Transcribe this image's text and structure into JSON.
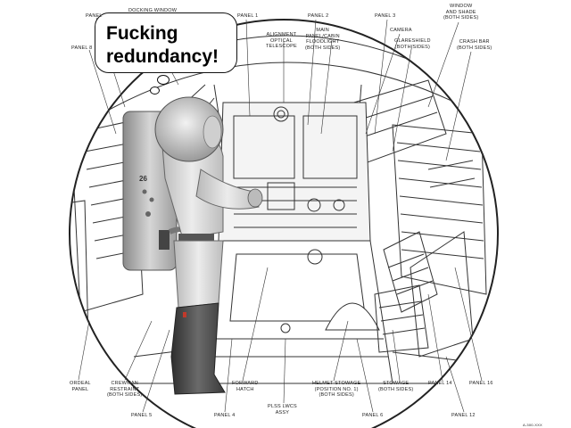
{
  "speech_bubble": {
    "text": "Fucking\nredundancy!"
  },
  "labels": {
    "panel_top_left": "PANEL",
    "docking_window": "DOCKING WINDOW",
    "panel_8": "PANEL 8",
    "panel_1": "PANEL 1",
    "alignment_telescope": "ALIGNMENT\nOPTICAL\nTELESCOPE",
    "panel_2": "PANEL 2",
    "main_panel_floodlight": "MAIN\nPANEL/CABIN\nFLOODLIGHT\n(BOTH SIDES)",
    "panel_3": "PANEL 3",
    "camera": "CAMERA",
    "glareshield": "GLARESHIELD\n(BOTH SIDES)",
    "window_and_shade": "WINDOW\nAND SHADE\n(BOTH SIDES)",
    "crash_bar": "CRASH BAR\n(BOTH SIDES)",
    "ordeal_panel": "ORDEAL\nPANEL",
    "crewman_restraint": "CREWMAN\nRESTRAINT\n(BOTH SIDES)",
    "forward_hatch": "FORWARD\nHATCH",
    "helmet_stowage": "HELMET STOWAGE\n(POSITION NO. 1)\n(BOTH SIDES)",
    "stowage": "STOWAGE\n(BOTH SIDES)",
    "panel_14": "PANEL 14",
    "panel_16": "PANEL 16",
    "panel_5": "PANEL 5",
    "panel_4": "PANEL 4",
    "pls_assy": "PLSS LWCS\nASSY",
    "panel_6": "PANEL 6",
    "panel_12": "PANEL 12",
    "doc_number": "A-300-XXX"
  }
}
